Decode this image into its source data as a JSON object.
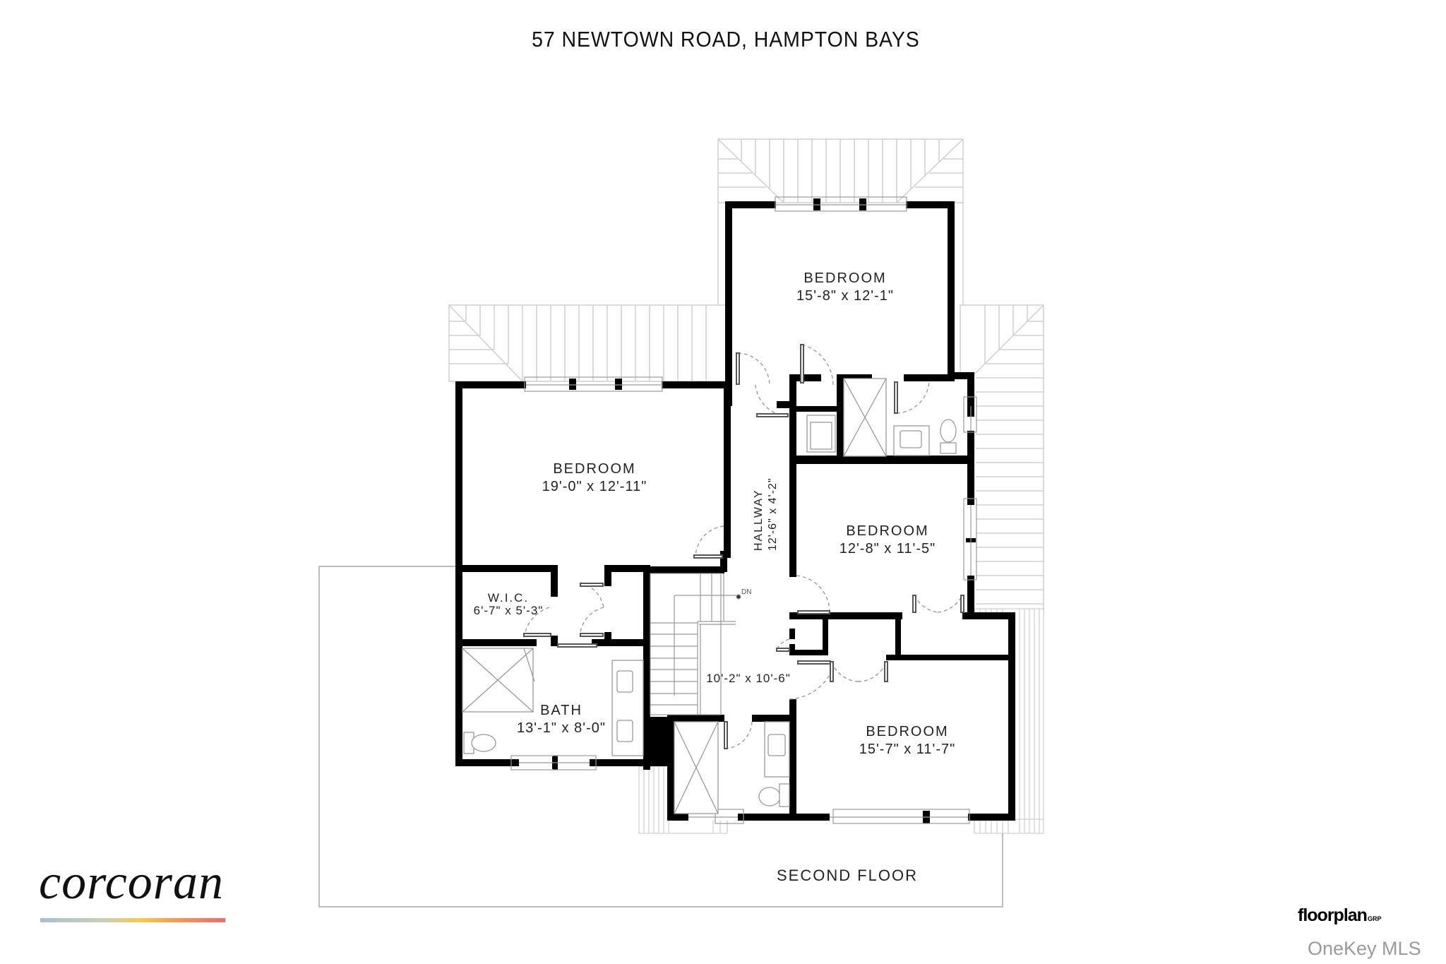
{
  "header": {
    "title": "57 NEWTOWN ROAD, HAMPTON BAYS"
  },
  "floor": {
    "name": "SECOND FLOOR"
  },
  "rooms": [
    {
      "id": "bedroom-top",
      "label": "BEDROOM",
      "dimensions": "15'-8\" x 12'-1\""
    },
    {
      "id": "bedroom-left",
      "label": "BEDROOM",
      "dimensions": "19'-0\" x 12'-11\""
    },
    {
      "id": "hallway",
      "label": "HALLWAY",
      "dimensions": "12'-6\" x 4'-2\""
    },
    {
      "id": "bedroom-middle-right",
      "label": "BEDROOM",
      "dimensions": "12'-8\" x 11'-5\""
    },
    {
      "id": "wic",
      "label": "W.I.C.",
      "dimensions": "6'-7\" x 5'-3\""
    },
    {
      "id": "bath",
      "label": "BATH",
      "dimensions": "13'-1\" x 8'-0\""
    },
    {
      "id": "landing",
      "label": "",
      "dimensions": "10'-2\" x 10'-6\""
    },
    {
      "id": "bedroom-bottom-right",
      "label": "BEDROOM",
      "dimensions": "15'-7\" x 11'-7\""
    }
  ],
  "annotations": {
    "stairs_direction": "DN"
  },
  "branding": {
    "broker": "corcoran",
    "floorplan_company": "floorplan",
    "floorplan_company_suffix": "GRP",
    "mls": "OneKey MLS"
  },
  "colors": {
    "wall": "#000000",
    "roof_lines": "#c8c8c8",
    "outline": "#bdbdbd",
    "text": "#222222",
    "mls_text": "#9a9a9a"
  }
}
